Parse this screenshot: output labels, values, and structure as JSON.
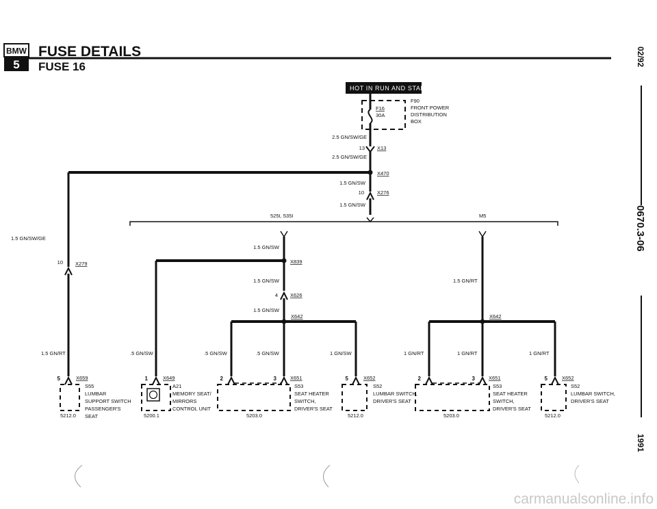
{
  "header": {
    "logo_top": "BMW",
    "logo_bottom": "5",
    "title": "FUSE DETAILS",
    "subtitle": "FUSE 16"
  },
  "side_strip": {
    "date": "02/92",
    "code": "0670.3-06",
    "year": "1991"
  },
  "hot_label": "HOT IN RUN AND START",
  "fuse": {
    "name": "F16",
    "rating": "30A",
    "box_id": "F90",
    "box_desc": [
      "FRONT POWER",
      "DISTRIBUTION",
      "BOX"
    ]
  },
  "wires": {
    "w1": "2.5 GN/SW/GE",
    "w2": "2.5 GN/SW/GE",
    "w3": "1.5 GN/SW",
    "w4": "1.5 GN/SW",
    "w5": "1.5 GN/SW/GE",
    "w6": "1.5 GN/RT",
    "w7": "1.5 GN/SW",
    "w8": "1.5 GN/SW",
    "w9": "1.5 GN/SW",
    "w10": "1.5 GN/RT",
    "w11": ".5 GN/SW",
    "w12": ".5 GN/SW",
    "w13": ".5 GN/SW",
    "w14": "1 GN/SW",
    "w15": "1 GN/RT",
    "w16": "1 GN/RT",
    "w17": "1 GN/RT"
  },
  "connectors": {
    "x13": "X13",
    "x13_pin": "13",
    "x470": "X470",
    "x276": "X276",
    "x276_pin": "10",
    "x279": "X279",
    "x279_pin": "10",
    "x839": "X839",
    "x626": "X626",
    "x626_pin": "4",
    "x642a": "X642",
    "x642b": "X642",
    "x659": "X659",
    "x659_pin": "5",
    "x649": "X649",
    "x649_pin": "1",
    "x651a": "X651",
    "x651a_pin2": "2",
    "x651a_pin3": "3",
    "x652a": "X652",
    "x652a_pin": "5",
    "x651b": "X651",
    "x651b_pin2": "2",
    "x651b_pin3": "3",
    "x652b": "X652",
    "x652b_pin": "5"
  },
  "options": {
    "left": "525I, 535I",
    "right": "M5"
  },
  "components": {
    "s55": {
      "id": "S55",
      "lines": [
        "LUMBAR",
        "SUPPORT SWITCH",
        "PASSENGER'S",
        "SEAT"
      ],
      "ref": "5212.0"
    },
    "a21": {
      "id": "A21",
      "lines": [
        "MEMORY SEAT/",
        "MIRRORS",
        "CONTROL UNIT"
      ],
      "ref": "5200.1"
    },
    "s53a": {
      "id": "S53",
      "lines": [
        "SEAT HEATER",
        "SWITCH,",
        "DRIVER'S SEAT"
      ],
      "ref": "5203.0"
    },
    "s52a": {
      "id": "S52",
      "lines": [
        "LUMBAR SWITCH,",
        "DRIVER'S SEAT"
      ],
      "ref": "5212.0"
    },
    "s53b": {
      "id": "S53",
      "lines": [
        "SEAT HEATER",
        "SWITCH,",
        "DRIVER'S SEAT"
      ],
      "ref": "5203.0"
    },
    "s52b": {
      "id": "S52",
      "lines": [
        "LUMBAR SWITCH,",
        "DRIVER'S SEAT"
      ],
      "ref": "5212.0"
    }
  },
  "watermark": "carmanualsonline.info"
}
